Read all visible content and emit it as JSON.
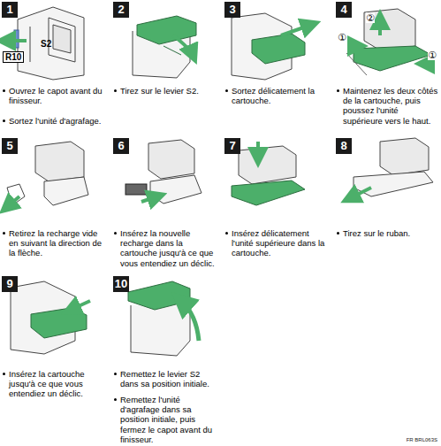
{
  "diagram": {
    "labels": [
      "1",
      "S2",
      "R10",
      "Ouvrez le capot avant du finisseur.",
      "Sortez l'unité d'agrafage.",
      "2",
      "Tirez sur le levier S2.",
      "3",
      "Sortez délicatement la cartouche.",
      "4",
      "①",
      "②",
      "①",
      "Maintenez les deux côtés de la cartouche, puis poussez l'unité supérieure vers le haut.",
      "5",
      "Retirez la recharge vide en suivant la direction de la flèche.",
      "6",
      "Insérez la nouvelle recharge dans la cartouche jusqu'à ce que vous entendiez un déclic.",
      "7",
      "Insérez délicatement l'unité supérieure dans la cartouche.",
      "8",
      "Tirez sur le ruban.",
      "9",
      "Insérez la cartouche jusqu'à ce que vous entendiez un déclic.",
      "10",
      "Remettez le levier S2 dans sa position initiale.",
      "Remettez l'unité d'agrafage dans sa position initiale, puis fermez le capot avant du finisseur.",
      "FR BRL063S"
    ]
  }
}
